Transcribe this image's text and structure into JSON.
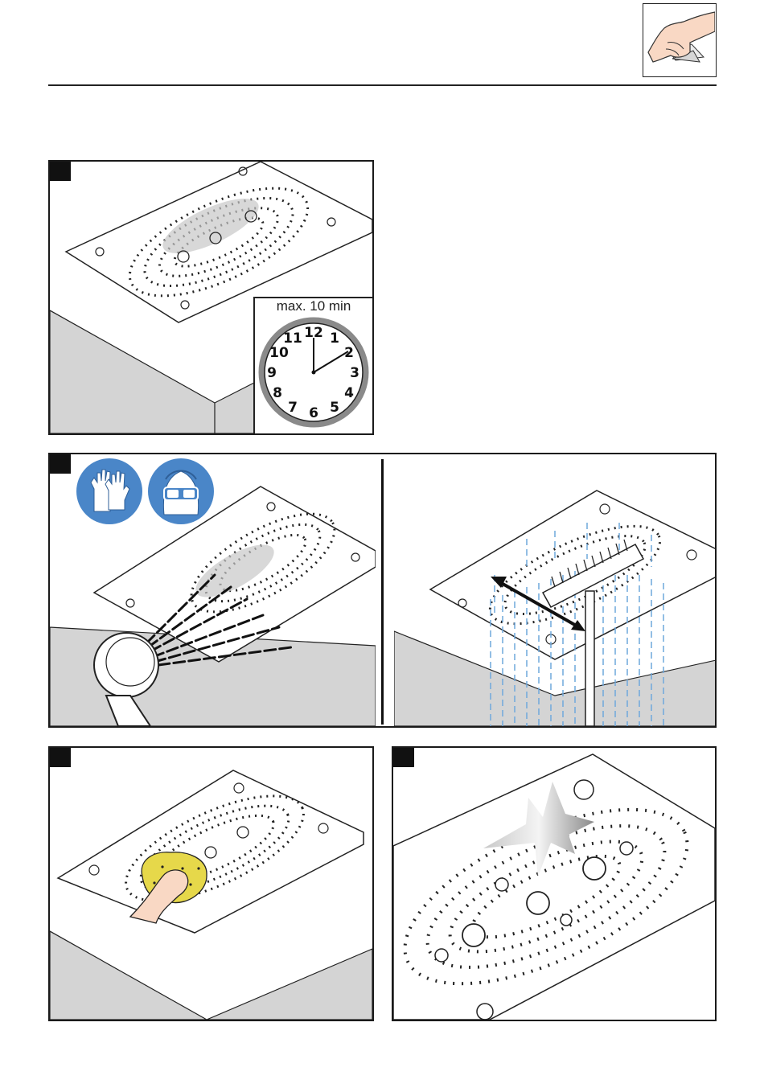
{
  "header": {
    "thumbnail_icon": "hand-wiping-cloth-icon"
  },
  "panels": {
    "soak": {
      "timer_label": "max. 10 min",
      "clock_numbers": [
        "12",
        "1",
        "2",
        "3",
        "4",
        "5",
        "6",
        "7",
        "8",
        "9",
        "10",
        "11"
      ],
      "clock_icon": "wall-clock-icon"
    },
    "protection": {
      "icons": [
        "protective-gloves-icon",
        "safety-goggles-icon"
      ],
      "accent_color": "#4a86c8"
    },
    "brush": {
      "icon": "brush-icon",
      "water_color": "#6fa8dc"
    },
    "sponge": {
      "icon": "sponge-icon",
      "sponge_color": "#e6d84a"
    },
    "shine": {
      "icon": "sparkle-icon"
    }
  }
}
